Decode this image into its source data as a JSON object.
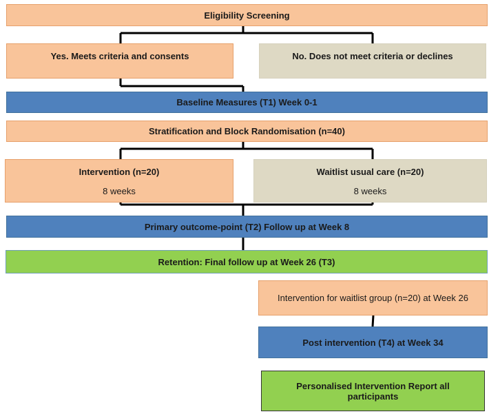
{
  "diagram": {
    "eligibility": "Eligibility Screening",
    "meets_criteria": "Yes. Meets criteria and consents",
    "not_meet": "No. Does not meet criteria or declines",
    "baseline": "Baseline Measures (T1) Week 0-1",
    "randomisation": "Stratification and Block Randomisation (n=40)",
    "intervention": {
      "title": "Intervention (n=20)",
      "duration": "8 weeks"
    },
    "waitlist": {
      "title": "Waitlist usual care (n=20)",
      "duration": "8 weeks"
    },
    "primary": "Primary outcome-point (T2) Follow up at Week 8",
    "retention": "Retention: Final follow up at Week 26 (T3)",
    "waitlist_intervention": "Intervention for waitlist group (n=20) at Week 26",
    "post_intervention": "Post intervention (T4) at Week 34",
    "report": "Personalised Intervention Report all participants"
  },
  "colors": {
    "peach": "#f9c49a",
    "gray": "#ded9c4",
    "blue": "#4f81bd",
    "green": "#92d050",
    "connector": "#000000"
  }
}
